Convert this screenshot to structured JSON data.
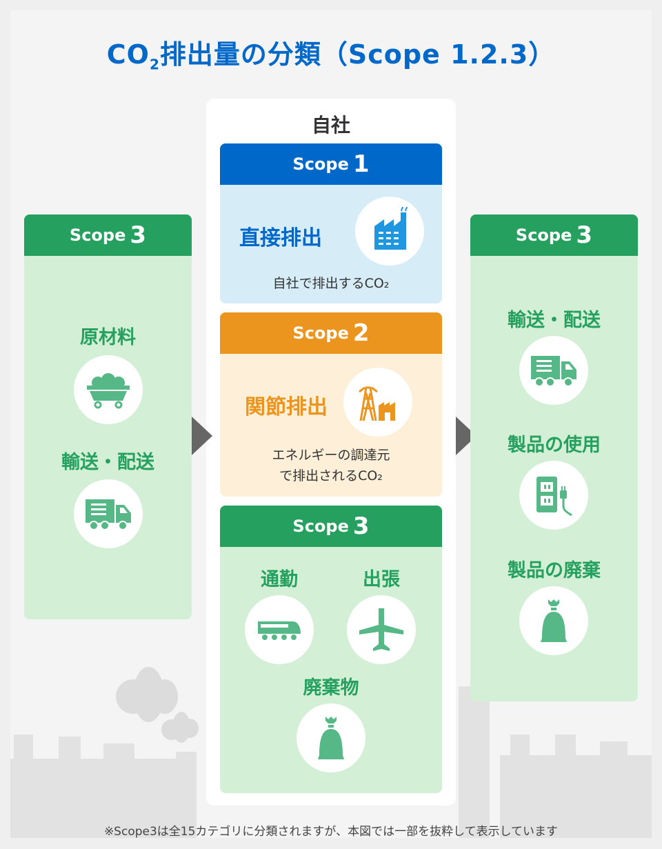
{
  "title": {
    "prefix": "CO",
    "sub": "2",
    "rest": "排出量の分類（Scope 1.2.3）"
  },
  "own_company": "自社",
  "colors": {
    "blue": "#0068c9",
    "orange": "#ec951e",
    "green": "#25a05e"
  },
  "scope1": {
    "word": "Scope",
    "num": "1",
    "label": "直接排出",
    "desc": "自社で排出するCO₂",
    "icon": "factory-icon"
  },
  "scope2": {
    "word": "Scope",
    "num": "2",
    "label": "関節排出",
    "desc_line1": "エネルギーの調達元",
    "desc_line2": "で排出されるCO₂",
    "icon": "power-plant-icon"
  },
  "scope3_center": {
    "word": "Scope",
    "num": "3",
    "items": [
      {
        "label": "通勤",
        "icon": "train-icon"
      },
      {
        "label": "出張",
        "icon": "airplane-icon"
      },
      {
        "label": "廃棄物",
        "icon": "garbage-bag-icon"
      }
    ]
  },
  "scope3_left": {
    "word": "Scope",
    "num": "3",
    "items": [
      {
        "label": "原材料",
        "icon": "mine-cart-icon"
      },
      {
        "label": "輸送・配送",
        "icon": "truck-icon"
      }
    ]
  },
  "scope3_right": {
    "word": "Scope",
    "num": "3",
    "items": [
      {
        "label": "輸送・配送",
        "icon": "truck-icon"
      },
      {
        "label": "製品の使用",
        "icon": "outlet-plug-icon"
      },
      {
        "label": "製品の廃棄",
        "icon": "garbage-bag-icon"
      }
    ]
  },
  "footnote": "※Scope3は全15カテゴリに分類されますが、本図では一部を抜粋して表示しています"
}
